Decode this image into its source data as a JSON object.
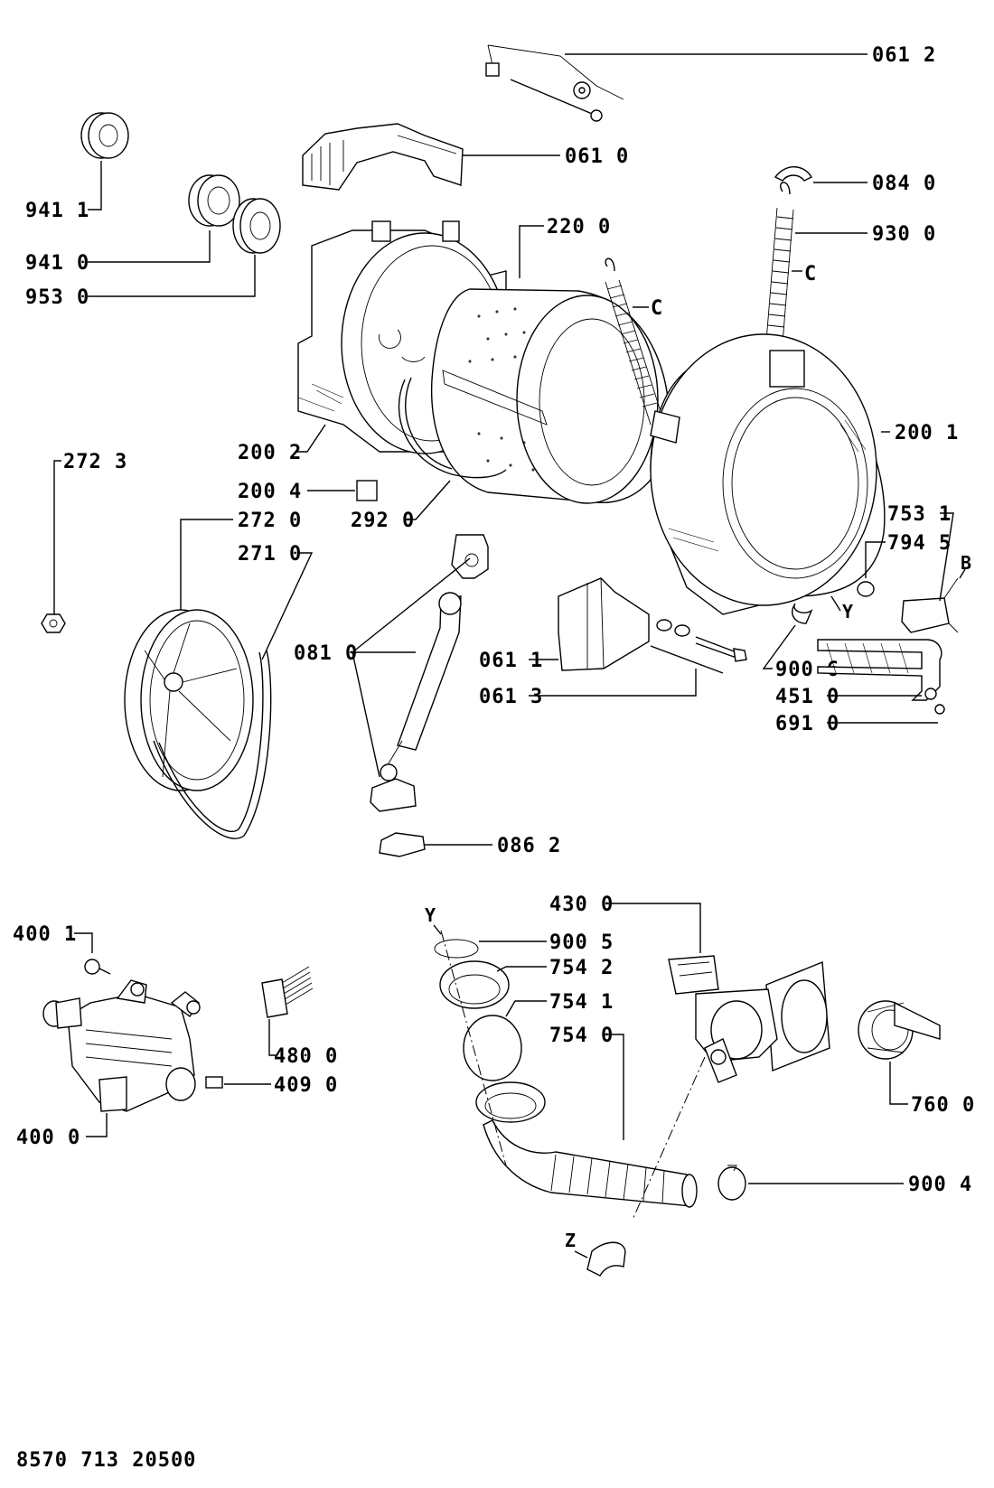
{
  "drawing_code": "8570 713 20500",
  "callouts": {
    "c_0612": "061 2",
    "c_0610": "061 0",
    "c_9411": "941 1",
    "c_9410": "941 0",
    "c_9530": "953 0",
    "c_0840": "084 0",
    "c_9300": "930 0",
    "c_2200": "220 0",
    "c_2001": "200 1",
    "c_2002": "200 2",
    "c_2004": "200 4",
    "c_2723": "272 3",
    "c_2720": "272 0",
    "c_2710": "271 0",
    "c_2920": "292 0",
    "c_7531": "753 1",
    "c_7945": "794 5",
    "c_0810": "081 0",
    "c_0611": "061 1",
    "c_0613": "061 3",
    "c_9006": "900 6",
    "c_4510": "451 0",
    "c_6910": "691 0",
    "c_0862": "086 2",
    "c_4300": "430 0",
    "c_9005": "900 5",
    "c_7542": "754 2",
    "c_7541": "754 1",
    "c_7540": "754 0",
    "c_4001": "400 1",
    "c_4800": "480 0",
    "c_4090": "409 0",
    "c_4000": "400 0",
    "c_7600": "760 0",
    "c_9004": "900 4"
  },
  "markers": {
    "c_left": "C",
    "c_right": "C",
    "b": "B",
    "y_upper": "Y",
    "y_lower": "Y",
    "z": "Z"
  }
}
